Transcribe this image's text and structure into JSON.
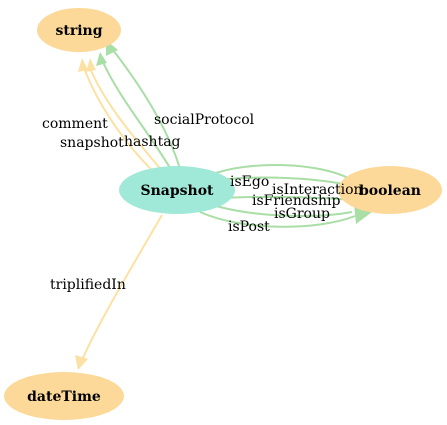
{
  "nodes": {
    "string": "string",
    "snapshot": "Snapshot",
    "boolean": "boolean",
    "datetime": "dateTime"
  },
  "edges": {
    "comment": "comment",
    "snapshot_prop": "snapshot",
    "hashtag": "hashtag",
    "social_protocol": "socialProtocol",
    "is_ego": "isEgo",
    "is_interaction": "isInteraction",
    "is_friendship": "isFriendship",
    "is_group": "isGroup",
    "is_post": "isPost",
    "triplified_in": "triplifiedIn"
  },
  "colors": {
    "literal_fill": "#fcd999",
    "class_fill": "#a0e8d8",
    "literal_edge": "#fce1a4",
    "class_edge": "#a9dea6"
  }
}
